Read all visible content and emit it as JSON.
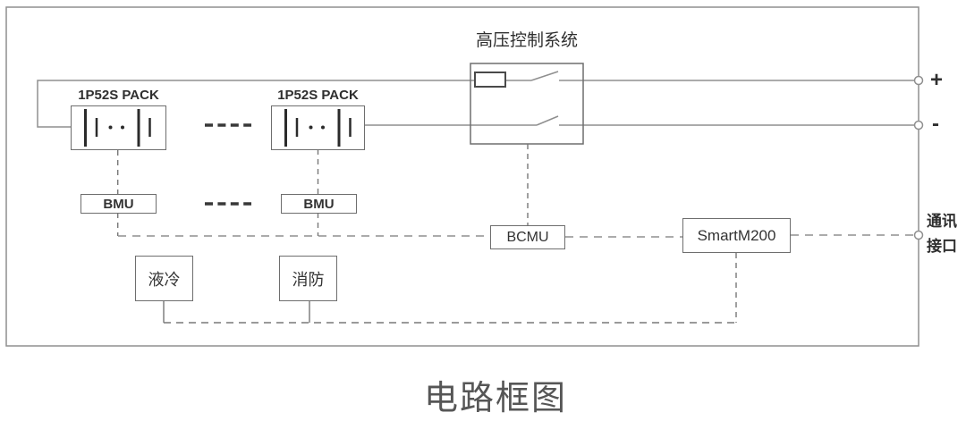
{
  "title": "电路框图",
  "hv_system": {
    "label": "高压控制系统"
  },
  "packs": [
    {
      "label": "1P52S PACK"
    },
    {
      "label": "1P52S PACK"
    }
  ],
  "bmus": [
    {
      "label": "BMU"
    },
    {
      "label": "BMU"
    }
  ],
  "bcmu": {
    "label": "BCMU"
  },
  "smart_m200": {
    "label": "SmartM200"
  },
  "cooling": {
    "label": "液冷"
  },
  "fire_protection": {
    "label": "消防"
  },
  "terminals": {
    "positive": "+",
    "negative": "-",
    "comm_line1": "通讯",
    "comm_line2": "接口"
  },
  "colors": {
    "wire": "#8f8f8f",
    "box_border": "#6e6e6e",
    "symbol": "#2b2b2b",
    "text": "#333333",
    "title": "#565656"
  }
}
